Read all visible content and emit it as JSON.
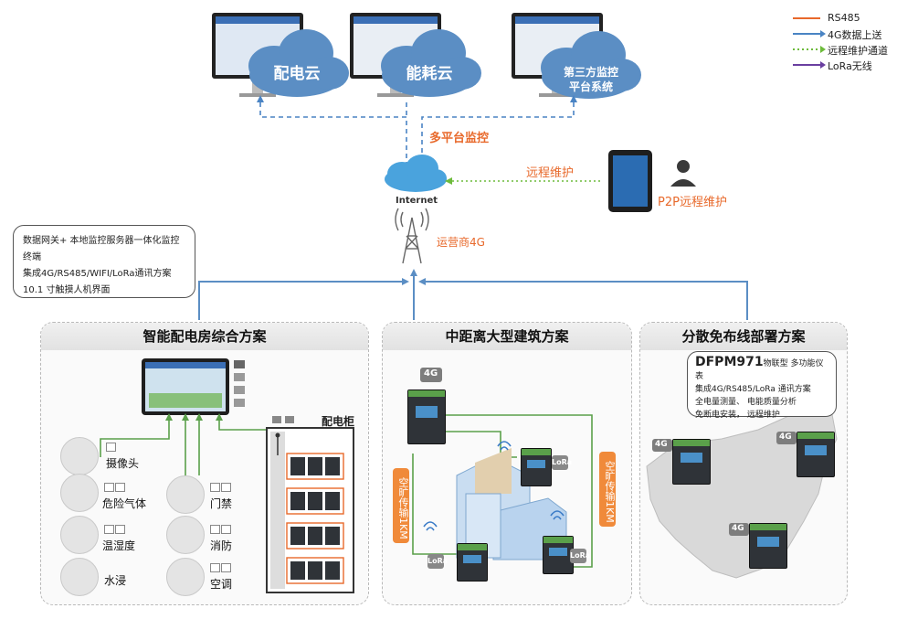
{
  "clouds": {
    "peidian": "配电云",
    "nenghao": "能耗云",
    "third_line1": "第三方监控",
    "third_line2": "平台系统"
  },
  "top": {
    "multi_platform": "多平台监控",
    "remote_maint": "远程维护",
    "internet": "Internet",
    "carrier": "运营商4G",
    "p2p": "P2P远程维护"
  },
  "legend": {
    "rs485": "RS485",
    "g4": "4G数据上送",
    "remote": "远程维护通道",
    "lora": "LoRa无线"
  },
  "colors": {
    "rs485": "#e8692b",
    "g4": "#4a84c4",
    "remote": "#6dbb3b",
    "lora": "#6a3fa0"
  },
  "bubble_left": {
    "line1": "数据网关+ 本地监控服务器一体化监控终端",
    "line2": "集成4G/RS485/WIFI/LoRa通讯方案",
    "line3": "10.1 寸触摸人机界面"
  },
  "panels": {
    "left_title": "智能配电房综合方案",
    "mid_title": "中距离大型建筑方案",
    "right_title": "分散免布线部署方案"
  },
  "left": {
    "cabinet": "配电柜",
    "sensors": {
      "camera": "摄像头",
      "gas": "危险气体",
      "humidity": "温湿度",
      "water": "水浸",
      "door": "门禁",
      "fire": "消防",
      "aircon": "空调"
    }
  },
  "mid": {
    "vertical_tag": "空旷传输1KM",
    "badge": "4G",
    "lora_chip": "LoRa"
  },
  "right": {
    "model": "DFPM971",
    "model_suffix": "物联型 多功能仪表",
    "line2": "集成4G/RS485/LoRa  通讯方案",
    "line3": "全电量测量、 电能质量分析",
    "line4": "免断电安装， 远程维护",
    "badge": "4G"
  }
}
